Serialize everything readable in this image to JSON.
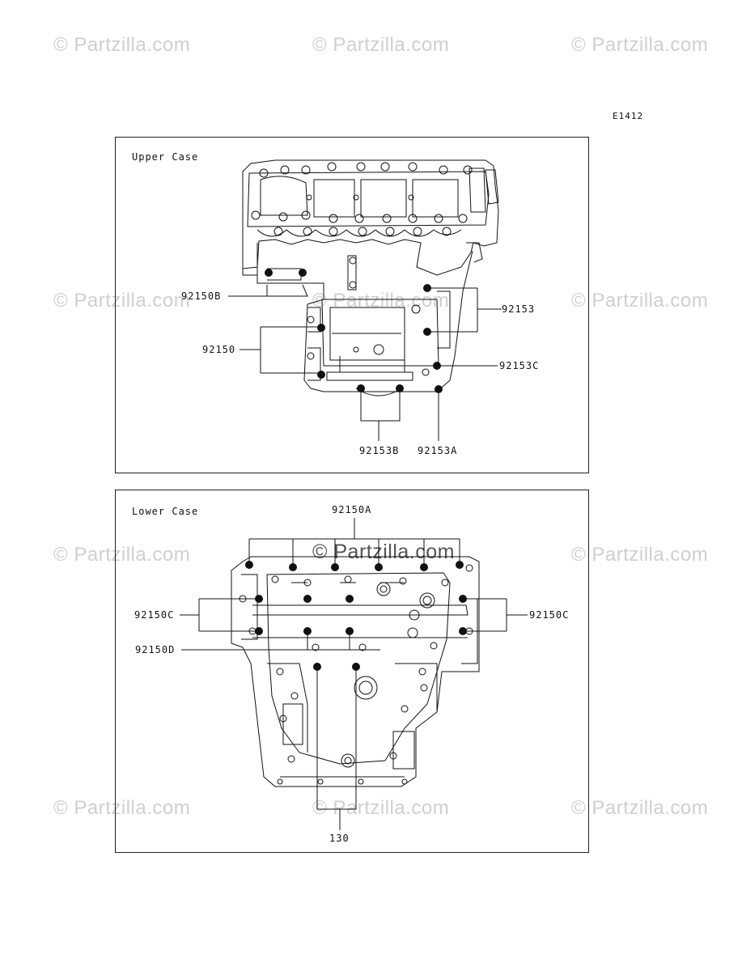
{
  "diagram_code": "E1412",
  "watermark_text": "© Partzilla.com",
  "upper_panel": {
    "title": "Upper Case",
    "callouts": [
      "92150B",
      "92150",
      "92153",
      "92153C",
      "92153B",
      "92153A"
    ]
  },
  "lower_panel": {
    "title": "Lower Case",
    "callouts": [
      "92150A",
      "92150C",
      "92150C",
      "92150D",
      "130"
    ]
  },
  "colors": {
    "line": "#111111",
    "watermark": "#cfcfcf",
    "watermark_center": "#555555",
    "bolt": "#111111"
  }
}
